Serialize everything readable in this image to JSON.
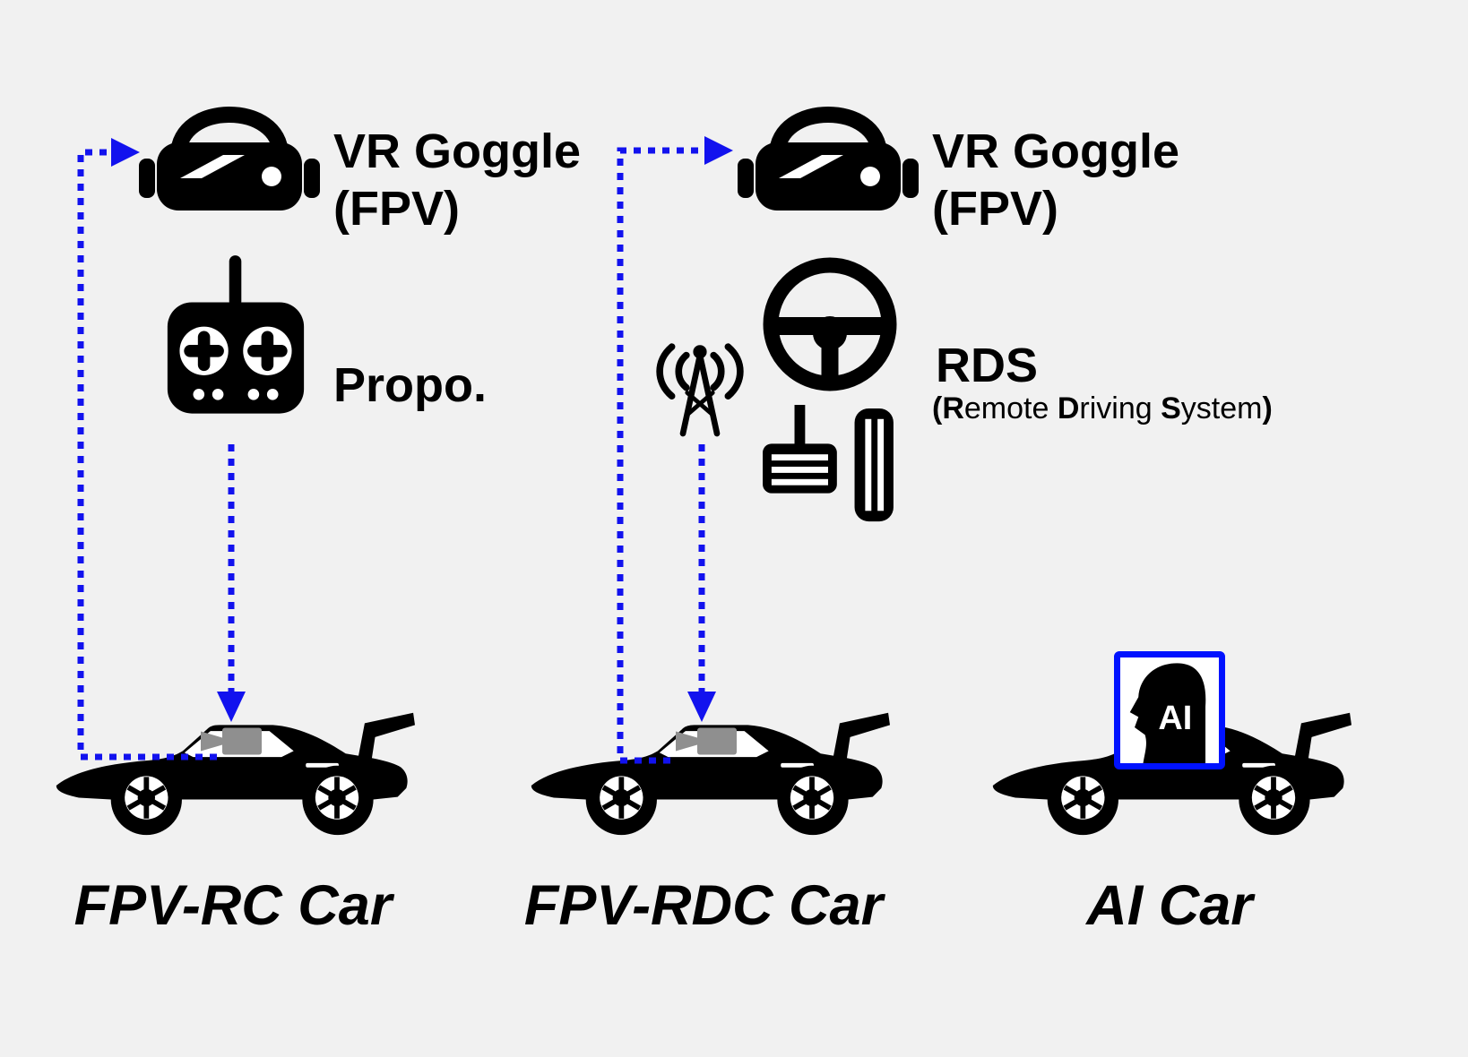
{
  "colors": {
    "background": "#f1f1f1",
    "arrow": "#1212ee",
    "icon": "#000000",
    "camera": "#8f8f8f",
    "ai_border": "#0012ff"
  },
  "left": {
    "goggle_label": "VR Goggle",
    "goggle_sublabel": "(FPV)",
    "controller_label": "Propo.",
    "car_label": "FPV-RC Car"
  },
  "middle": {
    "goggle_label": "VR Goggle",
    "goggle_sublabel": "(FPV)",
    "rds_label": "RDS",
    "rds_expansion": {
      "open": "(",
      "r_bold": "R",
      "r_rest": "emote ",
      "d_bold": "D",
      "d_rest": "riving ",
      "s_bold": "S",
      "s_rest": "ystem",
      "close": ")"
    },
    "car_label": "FPV-RDC Car"
  },
  "right": {
    "ai_label": "AI",
    "car_label": "AI Car"
  }
}
